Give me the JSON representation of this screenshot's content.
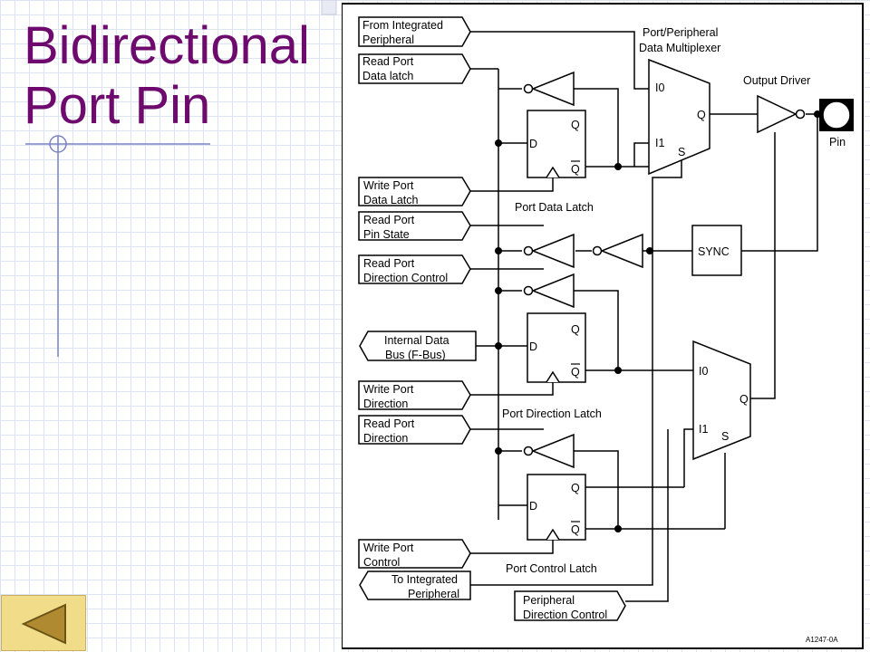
{
  "title": {
    "line1": "Bidirectional",
    "line2": "Port Pin"
  },
  "nav": {
    "back_icon": "left-triangle-icon"
  },
  "colors": {
    "title": "#6e0a6e",
    "button_fill": "#f1dc8a",
    "button_arrow": "#b08a30",
    "grid": "#dde3ef"
  },
  "diagram": {
    "figure_id": "A1247-0A",
    "signals": {
      "from_integrated": [
        "From Integrated",
        "Peripheral"
      ],
      "read_port_data_latch": [
        "Read Port",
        "Data latch"
      ],
      "write_port_data_latch": [
        "Write Port",
        "Data Latch"
      ],
      "read_port_pin_state": [
        "Read Port",
        "Pin State"
      ],
      "read_port_direction_control": [
        "Read Port",
        "Direction Control"
      ],
      "internal_data_bus": [
        "Internal Data",
        "Bus (F-Bus)"
      ],
      "write_port_direction": [
        "Write Port",
        "Direction"
      ],
      "read_port_direction": [
        "Read Port",
        "Direction"
      ],
      "write_port_control": [
        "Write Port",
        "Control"
      ],
      "to_integrated": [
        "To Integrated",
        "Peripheral"
      ],
      "peripheral_direction_control": [
        "Peripheral",
        "Direction Control"
      ]
    },
    "blocks": {
      "mux_title": [
        "Port/Peripheral",
        "Data Multiplexer"
      ],
      "output_driver": "Output Driver",
      "pin": "Pin",
      "sync": "SYNC",
      "port_data_latch": "Port Data Latch",
      "port_direction_latch": "Port Direction Latch",
      "port_control_latch": "Port Control Latch"
    },
    "pins": {
      "d": "D",
      "q": "Q",
      "i0": "I0",
      "i1": "I1",
      "s": "S"
    }
  }
}
